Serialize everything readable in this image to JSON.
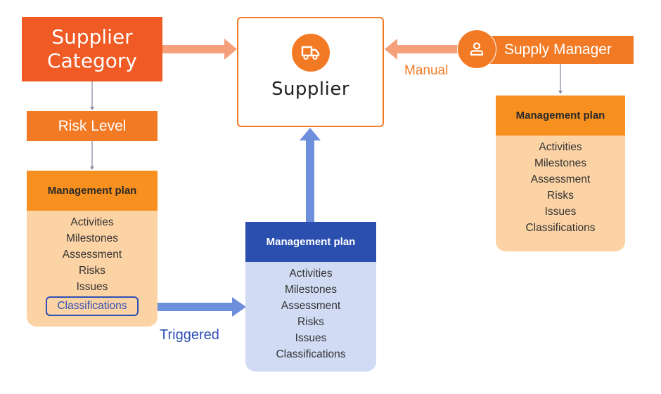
{
  "colors": {
    "category_orange": "#f05a24",
    "orange": "#f37a24",
    "plan_header_orange": "#f7901e",
    "plan_body_orange": "#fcd3a5",
    "blue": "#2a4fae",
    "blue_body": "#d1dbf4",
    "arrow_salmon": "#f5a07a",
    "arrow_blue": "#6e8fdc",
    "connector_gray": "#8a8ea0"
  },
  "supplier_category": {
    "line1": "Supplier",
    "line2": "Category"
  },
  "risk_level": "Risk Level",
  "supplier": {
    "icon": "truck-icon",
    "title": "Supplier"
  },
  "supply_manager": {
    "icon": "user-icon",
    "label": "Supply Manager"
  },
  "labels": {
    "manual": "Manual",
    "triggered": "Triggered"
  },
  "plans": {
    "left": {
      "title": "Management plan",
      "items": [
        "Activities",
        "Milestones",
        "Assessment",
        "Risks",
        "Issues",
        "Classifications"
      ],
      "highlighted_item": "Classifications"
    },
    "middle": {
      "title": "Management plan",
      "items": [
        "Activities",
        "Milestones",
        "Assessment",
        "Risks",
        "Issues",
        "Classifications"
      ]
    },
    "right": {
      "title": "Management plan",
      "items": [
        "Activities",
        "Milestones",
        "Assessment",
        "Risks",
        "Issues",
        "Classifications"
      ]
    }
  }
}
